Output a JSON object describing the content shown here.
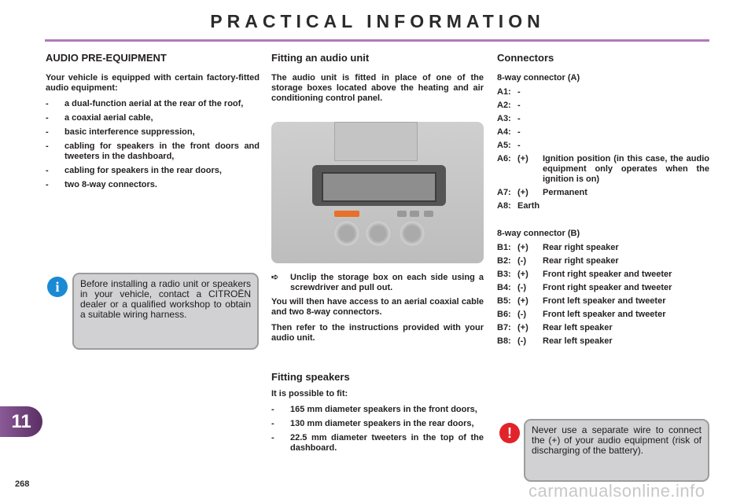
{
  "header": {
    "title": "PRACTICAL INFORMATION",
    "accent_color": "#b07ab8"
  },
  "chapter": {
    "number": "11",
    "page": "268"
  },
  "audio_pre_equipment": {
    "title": "AUDIO PRE-EQUIPMENT",
    "intro": "Your vehicle is equipped with certain factory-fitted audio equipment:",
    "items": [
      "a dual-function aerial at the rear of the roof,",
      "a coaxial aerial cable,",
      "basic interference suppression,",
      "cabling for speakers in the front doors and tweeters in the dashboard,",
      "cabling for speakers in the rear doors,",
      "two 8-way connectors."
    ],
    "bullet": "-"
  },
  "info_notice": {
    "icon": "info-icon",
    "icon_glyph": "i",
    "text": "Before installing a radio unit or speakers in your vehicle, contact a CITROËN dealer or a qualified workshop to obtain a suitable wiring harness."
  },
  "fitting_audio_unit": {
    "title": "Fitting an audio unit",
    "intro": "The audio unit is fitted in place of one of the storage boxes located above the heating and air conditioning control panel.",
    "step_marker": "➪",
    "step": "Unclip the storage box on each side using a screwdriver and pull out.",
    "para1": "You will then have access to an aerial coaxial cable and two 8-way connectors.",
    "para2": "Then refer to the instructions provided with your audio unit."
  },
  "fitting_speakers": {
    "title": "Fitting speakers",
    "intro": "It is possible to fit:",
    "items": [
      "165 mm diameter speakers in the front doors,",
      "130 mm diameter speakers in the rear doors,",
      "22.5 mm diameter tweeters in the top of the dashboard."
    ],
    "bullet": "-"
  },
  "connectors": {
    "title": "Connectors",
    "connector_a": {
      "title": "8-way connector (A)",
      "rows": [
        {
          "pin": "A1:",
          "pol": "-",
          "desc": ""
        },
        {
          "pin": "A2:",
          "pol": "-",
          "desc": ""
        },
        {
          "pin": "A3:",
          "pol": "-",
          "desc": ""
        },
        {
          "pin": "A4:",
          "pol": "-",
          "desc": ""
        },
        {
          "pin": "A5:",
          "pol": "-",
          "desc": ""
        },
        {
          "pin": "A6:",
          "pol": "(+)",
          "desc": "Ignition position (in this case, the audio equipment only operates when the ignition is on)"
        },
        {
          "pin": "A7:",
          "pol": "(+)",
          "desc": "Permanent"
        },
        {
          "pin": "A8:",
          "pol": "Earth",
          "desc": ""
        }
      ]
    },
    "connector_b": {
      "title": "8-way connector (B)",
      "rows": [
        {
          "pin": "B1:",
          "pol": "(+)",
          "desc": "Rear right speaker"
        },
        {
          "pin": "B2:",
          "pol": "(-)",
          "desc": "Rear right speaker"
        },
        {
          "pin": "B3:",
          "pol": "(+)",
          "desc": "Front right speaker and tweeter"
        },
        {
          "pin": "B4:",
          "pol": "(-)",
          "desc": "Front right speaker and tweeter"
        },
        {
          "pin": "B5:",
          "pol": "(+)",
          "desc": "Front left speaker and tweeter"
        },
        {
          "pin": "B6:",
          "pol": "(-)",
          "desc": "Front left speaker and tweeter"
        },
        {
          "pin": "B7:",
          "pol": "(+)",
          "desc": "Rear left speaker"
        },
        {
          "pin": "B8:",
          "pol": "(-)",
          "desc": "Rear left speaker"
        }
      ]
    }
  },
  "warning_notice": {
    "icon": "warning-icon",
    "icon_glyph": "!",
    "text": "Never use a separate wire to connect the (+) of your audio equipment (risk of discharging of the battery)."
  },
  "illustration": {
    "alt": "dashboard-storage-box-illustration"
  },
  "watermark": "carmanualsonline.info"
}
